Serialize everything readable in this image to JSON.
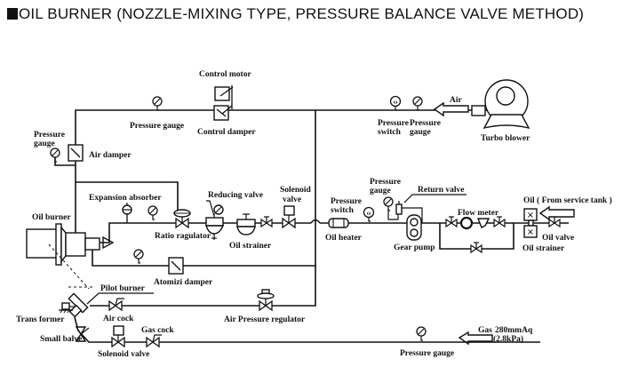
{
  "title": "OIL BURNER (NOZZLE-MIXING TYPE, PRESSURE BALANCE VALVE METHOD)",
  "labels": {
    "control_motor": "Control motor",
    "control_damper": "Control damper",
    "pressure_gauge_air_top": "Pressure gauge",
    "pressure_gauge_left_l1": "Pressure",
    "pressure_gauge_left_l2": "gauge",
    "air_damper": "Air damper",
    "air": "Air",
    "pressure_switch_air_l1": "Pressure",
    "pressure_switch_air_l2": "switch",
    "pressure_gauge_air_l1": "Pressure",
    "pressure_gauge_air_l2": "gauge",
    "turbo_blower": "Turbo blower",
    "oil_burner": "Oil burner",
    "expansion_absorber": "Expansion absorber",
    "ratio_regulator": "Ratio ragulator",
    "reducing_valve": "Reducing valve",
    "oil_strainer_mid": "Oil strainer",
    "solenoid_valve_oil_l1": "Solenoid",
    "solenoid_valve_oil_l2": "valve",
    "pressure_switch_oil_l1": "Pressure",
    "pressure_switch_oil_l2": "switch",
    "oil_heater": "Oil heater",
    "pressure_gauge_pump_l1": "Pressure",
    "pressure_gauge_pump_l2": "gauge",
    "return_valve": "Return valve",
    "gear_pump": "Gear pump",
    "flow_meter": "Flow meter",
    "oil_from_tank": "Oil ( From service tank )",
    "oil_valve": "Oil valve",
    "oil_strainer_right": "Oil strainer",
    "atomizi_damper": "Atomizi damper",
    "pilot_burner": "Pilot burner",
    "air_cock": "Air cock",
    "trans_former": "Trans former",
    "air_pressure_regulator": "Air Pressure regulator",
    "small_balve": "Small balve",
    "gas_cock": "Gas cock",
    "solenoid_valve_gas": "Solenoid valve",
    "gas": "Gas",
    "gas_pressure_l1": "280mmAq",
    "gas_pressure_l2": "(2.8kPa)",
    "pressure_gauge_gas": "Pressure gauge"
  }
}
